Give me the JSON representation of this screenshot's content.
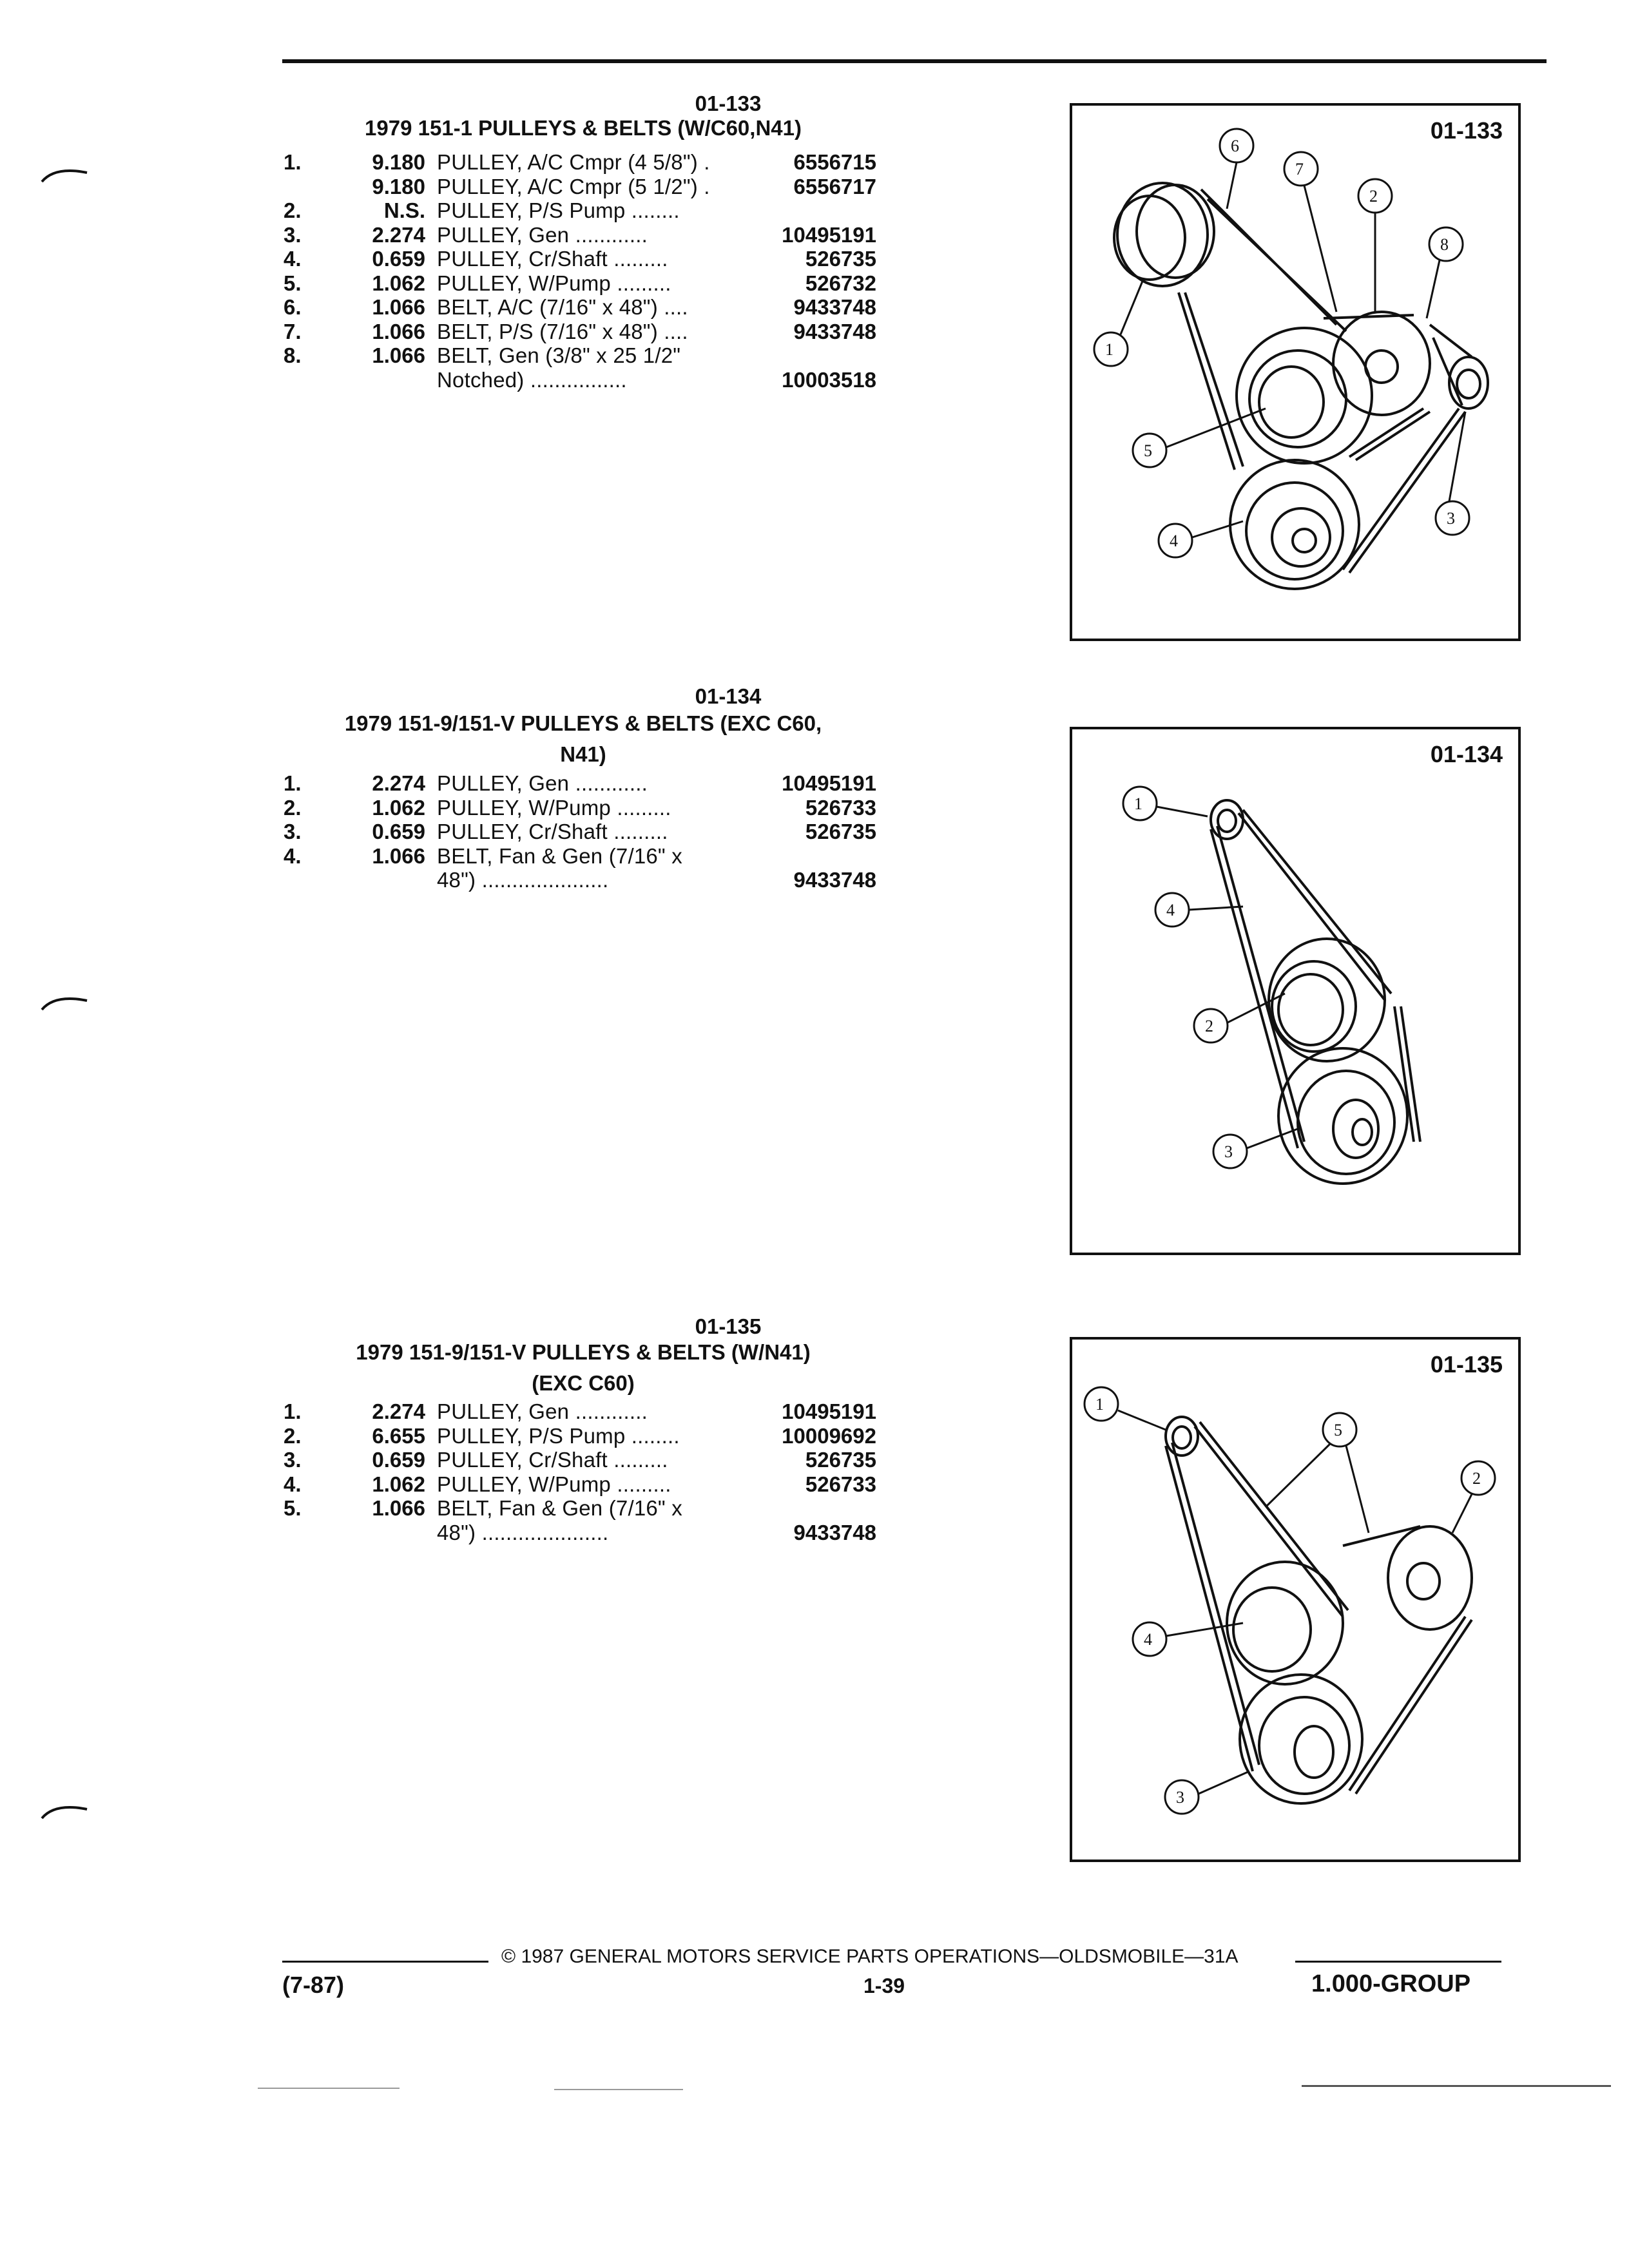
{
  "sections": [
    {
      "code": "01-133",
      "title_lines": [
        "1979 151-1 PULLEYS & BELTS (W/C60,N41)"
      ],
      "figure_label": "01-133",
      "items": [
        {
          "num": "1.",
          "qty": "9.180",
          "desc": "PULLEY, A/C Cmpr (4 5/8\") . ",
          "part": "6556715"
        },
        {
          "num": "",
          "qty": "9.180",
          "desc": "PULLEY, A/C Cmpr (5 1/2\") . ",
          "part": "6556717"
        },
        {
          "num": "2.",
          "qty": "N.S.",
          "desc": "PULLEY, P/S Pump ........",
          "part": ""
        },
        {
          "num": "3.",
          "qty": "2.274",
          "desc": "PULLEY, Gen ............",
          "part": "10495191"
        },
        {
          "num": "4.",
          "qty": "0.659",
          "desc": "PULLEY, Cr/Shaft .........",
          "part": "526735"
        },
        {
          "num": "5.",
          "qty": "1.062",
          "desc": "PULLEY, W/Pump .........",
          "part": "526732"
        },
        {
          "num": "6.",
          "qty": "1.066",
          "desc": "BELT, A/C (7/16\" x 48\") ....",
          "part": "9433748"
        },
        {
          "num": "7.",
          "qty": "1.066",
          "desc": "BELT, P/S (7/16\" x 48\") ....",
          "part": "9433748"
        },
        {
          "num": "8.",
          "qty": "1.066",
          "desc": "BELT, Gen (3/8\" x 25 1/2\"",
          "part": ""
        },
        {
          "num": "",
          "qty": "",
          "desc": "Notched) ................",
          "part": "10003518"
        }
      ],
      "callouts": [
        "1",
        "2",
        "3",
        "4",
        "5",
        "6",
        "7",
        "8"
      ]
    },
    {
      "code": "01-134",
      "title_lines": [
        "1979 151-9/151-V PULLEYS & BELTS (EXC C60,",
        "N41)"
      ],
      "figure_label": "01-134",
      "items": [
        {
          "num": "1.",
          "qty": "2.274",
          "desc": "PULLEY, Gen ............",
          "part": "10495191"
        },
        {
          "num": "2.",
          "qty": "1.062",
          "desc": "PULLEY, W/Pump .........",
          "part": "526733"
        },
        {
          "num": "3.",
          "qty": "0.659",
          "desc": "PULLEY, Cr/Shaft .........",
          "part": "526735"
        },
        {
          "num": "4.",
          "qty": "1.066",
          "desc": "BELT, Fan & Gen (7/16\" x",
          "part": ""
        },
        {
          "num": "",
          "qty": "",
          "desc": "48\") .....................",
          "part": "9433748"
        }
      ],
      "callouts": [
        "1",
        "2",
        "3",
        "4"
      ]
    },
    {
      "code": "01-135",
      "title_lines": [
        "1979 151-9/151-V PULLEYS & BELTS (W/N41)",
        "(EXC C60)"
      ],
      "figure_label": "01-135",
      "items": [
        {
          "num": "1.",
          "qty": "2.274",
          "desc": "PULLEY, Gen ............",
          "part": "10495191"
        },
        {
          "num": "2.",
          "qty": "6.655",
          "desc": "PULLEY, P/S Pump ........",
          "part": "10009692"
        },
        {
          "num": "3.",
          "qty": "0.659",
          "desc": "PULLEY, Cr/Shaft .........",
          "part": "526735"
        },
        {
          "num": "4.",
          "qty": "1.062",
          "desc": "PULLEY, W/Pump .........",
          "part": "526733"
        },
        {
          "num": "5.",
          "qty": "1.066",
          "desc": "BELT, Fan & Gen (7/16\" x",
          "part": ""
        },
        {
          "num": "",
          "qty": "",
          "desc": "48\") .....................",
          "part": "9433748"
        }
      ],
      "callouts": [
        "1",
        "2",
        "3",
        "4",
        "5"
      ]
    }
  ],
  "footer": {
    "copyright": "© 1987 GENERAL MOTORS SERVICE PARTS OPERATIONS—OLDSMOBILE—31A",
    "date": "(7-87)",
    "page": "1-39",
    "group": "1.000-GROUP"
  }
}
